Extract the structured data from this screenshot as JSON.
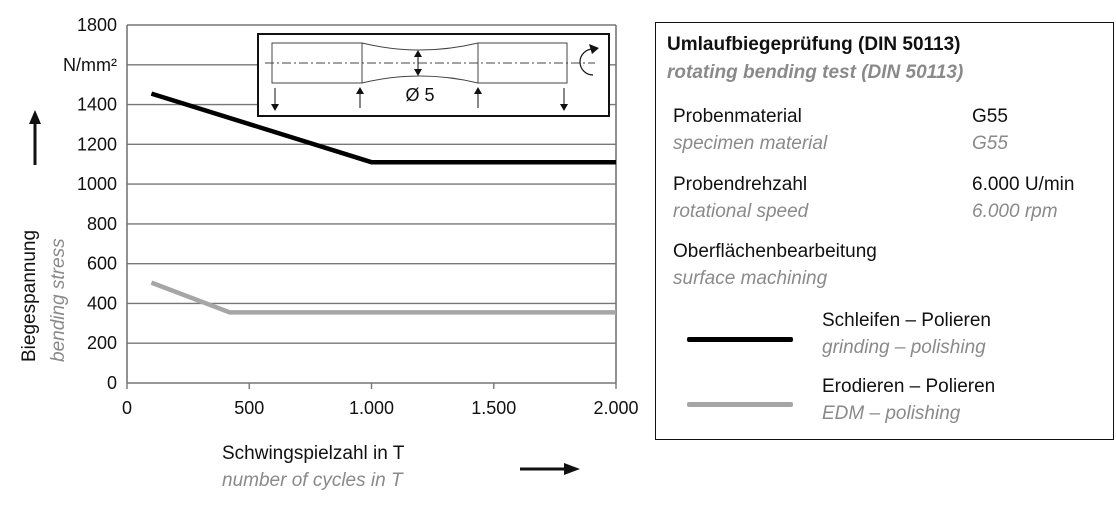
{
  "chart_data": {
    "type": "line",
    "x": [
      100,
      420,
      1000,
      2000
    ],
    "series": [
      {
        "name": "Schleifen – Polieren",
        "name_en": "grinding – polishing",
        "color": "#000000",
        "points": [
          [
            100,
            1455
          ],
          [
            1000,
            1110
          ],
          [
            2000,
            1110
          ]
        ]
      },
      {
        "name": "Erodieren – Polieren",
        "name_en": "EDM – polishing",
        "color": "#a6a6a6",
        "points": [
          [
            100,
            505
          ],
          [
            420,
            355
          ],
          [
            2000,
            355
          ]
        ]
      }
    ],
    "xlim": [
      0,
      2000
    ],
    "ylim": [
      0,
      1800
    ],
    "xticks": [
      0,
      500,
      1000,
      1500,
      2000
    ],
    "xtick_labels": [
      "0",
      "500",
      "1.000",
      "1.500",
      "2.000"
    ],
    "yticks": [
      0,
      200,
      400,
      600,
      800,
      1000,
      1200,
      1400,
      1800
    ],
    "ytick_labels": [
      "0",
      "200",
      "400",
      "600",
      "800",
      "1000",
      "1200",
      "1400",
      "1800"
    ],
    "y_unit": "N/mm²",
    "xlabel": "Schwingspielzahl in T",
    "xlabel_en": "number of cycles in T",
    "ylabel": "Biegespannung",
    "ylabel_en": "bending stress",
    "grid": "horizontal",
    "legend_position": "right"
  },
  "inset": {
    "diameter_label": "Ø 5"
  },
  "legend": {
    "title": "Umlaufbiegeprüfung (DIN 50113)",
    "title_en": "rotating bending test (DIN 50113)",
    "material_label": "Probenmaterial",
    "material_label_en": "specimen material",
    "material_value": "G55",
    "material_value_en": "G55",
    "speed_label": "Probendrehzahl",
    "speed_label_en": "rotational speed",
    "speed_value": "6.000 U/min",
    "speed_value_en": "6.000 rpm",
    "surface_label": "Oberflächenbearbeitung",
    "surface_label_en": "surface machining",
    "colors": {
      "grinding": "#000000",
      "edm": "#a6a6a6"
    }
  }
}
